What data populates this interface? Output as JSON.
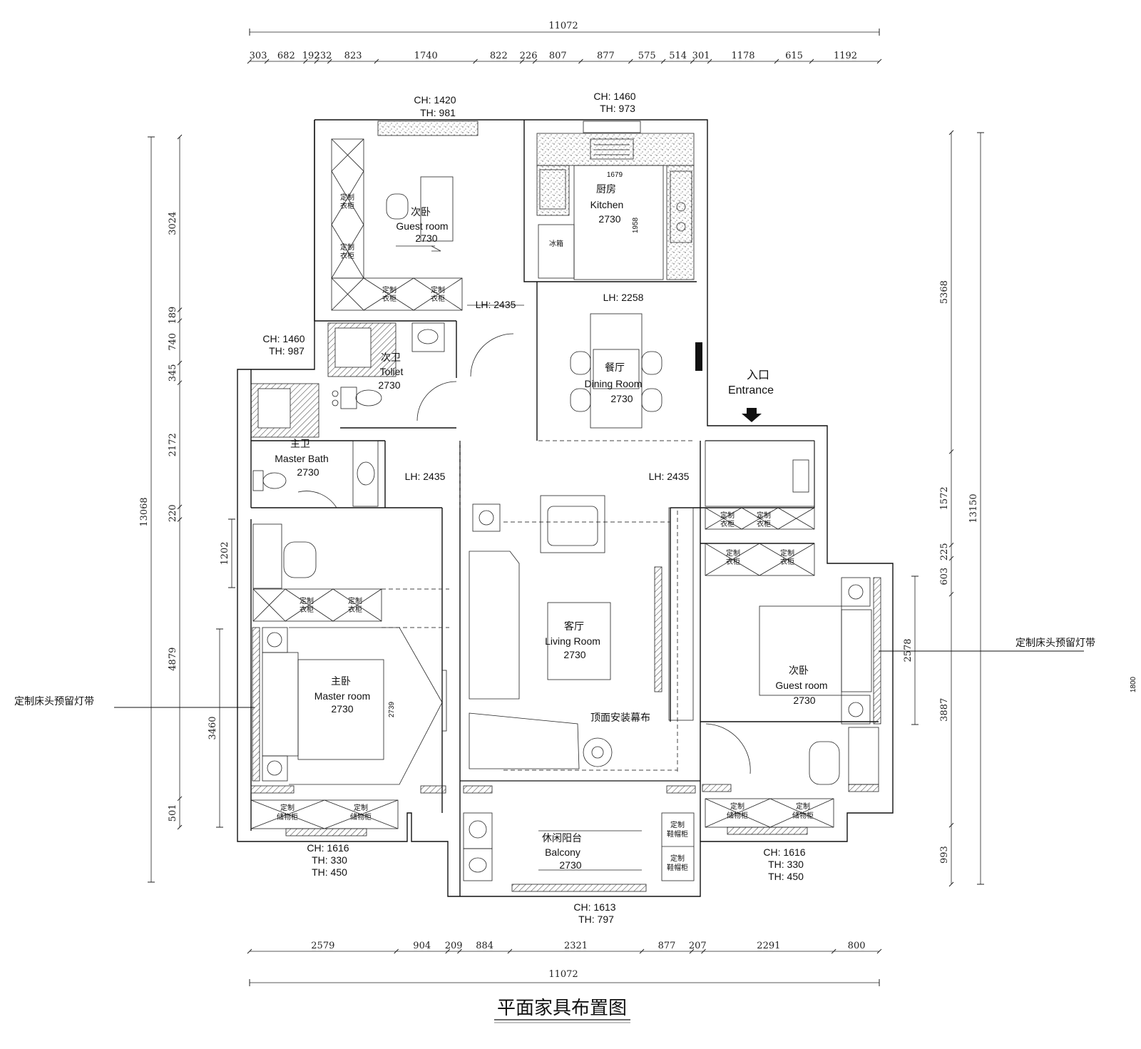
{
  "title": "平面家具布置图",
  "overall_dims": {
    "top": "11072",
    "bottom": "11072",
    "left": "13068",
    "right": "13150"
  },
  "top_dims": [
    "303",
    "682",
    "192",
    "232",
    "823",
    "1740",
    "822",
    "226",
    "807",
    "877",
    "575",
    "514",
    "301",
    "1178",
    "615",
    "1192"
  ],
  "bottom_dims": [
    "2579",
    "904",
    "209",
    "884",
    "2321",
    "877",
    "207",
    "2291",
    "800"
  ],
  "left_dims_outer": [
    "3024",
    "189",
    "740",
    "345",
    "2172",
    "220",
    "4879",
    "501"
  ],
  "left_dims_inner": [
    "1202",
    "3460"
  ],
  "right_dims_inner": [
    "5368",
    "1572",
    "225",
    "603",
    "3887",
    "993"
  ],
  "right_small_dim": "2578",
  "rooms": {
    "guest_room_n": {
      "cn": "次卧",
      "en": "Guest room",
      "h": "2730"
    },
    "kitchen": {
      "cn": "厨房",
      "en": "Kitchen",
      "h": "2730",
      "d1": "1679",
      "d2": "1958"
    },
    "toilet": {
      "cn": "次卫",
      "en": "Toliet",
      "h": "2730"
    },
    "dining": {
      "cn": "餐厅",
      "en": "Dining Room",
      "h": "2730"
    },
    "master_bath": {
      "cn": "主卫",
      "en": "Master Bath",
      "h": "2730"
    },
    "living": {
      "cn": "客厅",
      "en": "Living Room",
      "h": "2730"
    },
    "master_room": {
      "cn": "主卧",
      "en": "Master room",
      "h": "2730",
      "d": "2739"
    },
    "guest_room_e": {
      "cn": "次卧",
      "en": "Guest room",
      "h": "2730"
    },
    "balcony": {
      "cn": "休闲阳台",
      "en": "Balcony",
      "h": "2730"
    }
  },
  "entrance": {
    "cn": "入口",
    "en": "Entrance"
  },
  "windows": {
    "w1": {
      "ch": "CH: 1420",
      "th": "TH: 981"
    },
    "w2": {
      "ch": "CH: 1460",
      "th": "TH: 973"
    },
    "w3": {
      "ch": "CH: 1460",
      "th": "TH: 987"
    },
    "w4": {
      "ch": "CH: 1616",
      "th": "TH: 330",
      "th2": "TH: 450"
    },
    "w5": {
      "ch": "CH: 1616",
      "th": "TH: 330",
      "th2": "TH: 450"
    },
    "w6": {
      "ch": "CH: 1613",
      "th": "TH: 797"
    }
  },
  "lintels": {
    "l1": "LH: 2435",
    "l2": "LH: 2258",
    "l3": "LH: 2435",
    "l4": "LH: 2435"
  },
  "cabinet_labels": {
    "wardrobe_line1": "定制",
    "wardrobe_line2": "衣柜",
    "storage_line2": "储物柜",
    "shoe_line2": "鞋帽柜"
  },
  "fridge": "冰箱",
  "annotations": {
    "left_led": "定制床头预留灯带",
    "right_led": "定制床头预留灯带",
    "curtain": "顶面安装幕布",
    "edge_number": "1800"
  }
}
